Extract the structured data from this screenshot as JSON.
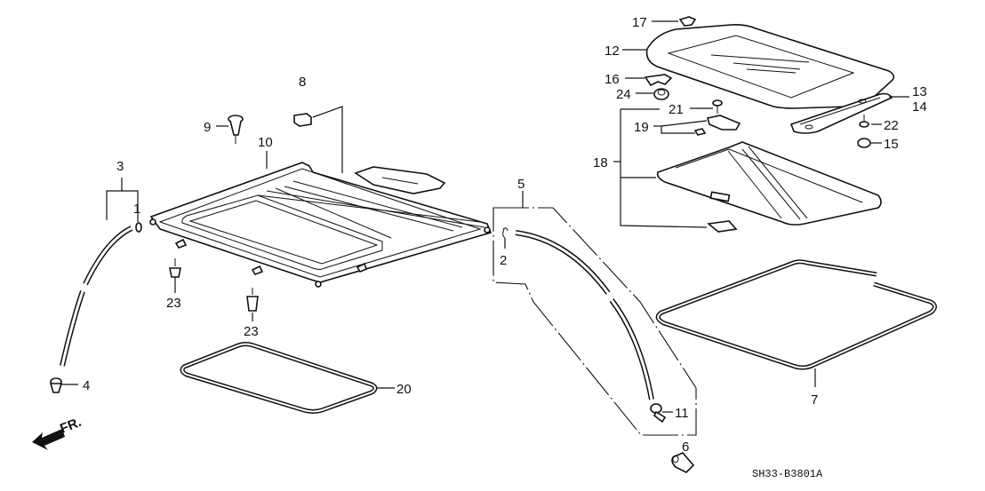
{
  "diagram": {
    "title_code": "SH33-B3801A",
    "direction_indicator": "FR.",
    "callouts": {
      "p1": "1",
      "p2": "2",
      "p3": "3",
      "p4": "4",
      "p5": "5",
      "p6": "6",
      "p7": "7",
      "p8": "8",
      "p9": "9",
      "p10": "10",
      "p11": "11",
      "p12": "12",
      "p13": "13",
      "p14": "14",
      "p15": "15",
      "p16": "16",
      "p17": "17",
      "p18": "18",
      "p19": "19",
      "p20": "20",
      "p21": "21",
      "p22": "22",
      "p23a": "23",
      "p23b": "23",
      "p24": "24"
    }
  }
}
